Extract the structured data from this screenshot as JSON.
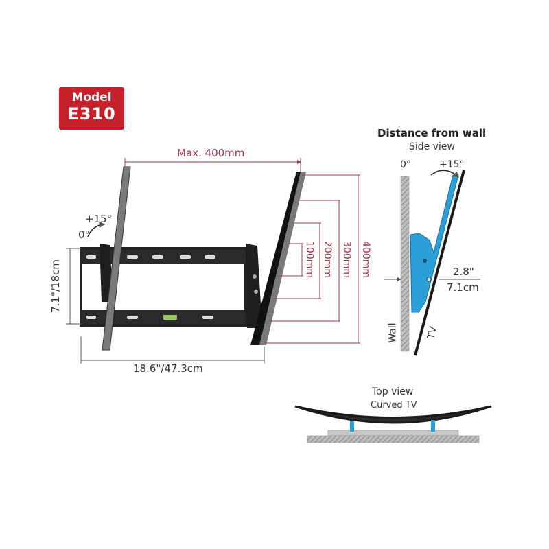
{
  "badge": {
    "line1": "Model",
    "line2": "E310"
  },
  "front_view": {
    "width_max_label": "Max. 400mm",
    "tilt_label": "+15°",
    "zero_label": "0°",
    "height_label": "7.1\"/18cm",
    "width_label": "18.6\"/47.3cm",
    "vesa_labels": [
      "100mm",
      "200mm",
      "300mm",
      "400mm"
    ]
  },
  "side_view": {
    "title": "Distance from wall",
    "subtitle": "Side view",
    "zero_label": "0°",
    "tilt_label": "+15°",
    "distance_in": "2.8\"",
    "distance_cm": "7.1cm",
    "wall_label": "Wall",
    "tv_label": "TV"
  },
  "top_view": {
    "title": "Top view",
    "subtitle": "Curved TV"
  },
  "colors": {
    "badge_red": "#c8202a",
    "dimension_red": "#a0374a",
    "bracket_blue": "#2a9fd8",
    "bracket_black": "#222222",
    "level_green": "#8fd14f"
  }
}
